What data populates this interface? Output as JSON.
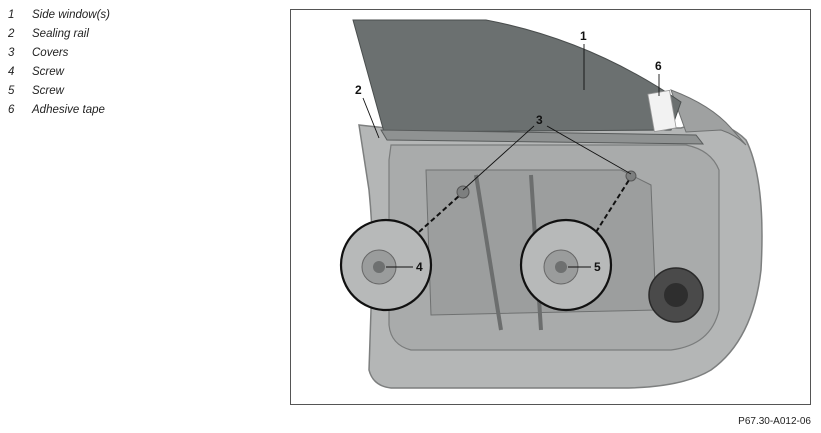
{
  "legend": [
    {
      "num": "1",
      "label": "Side window(s)"
    },
    {
      "num": "2",
      "label": "Sealing rail"
    },
    {
      "num": "3",
      "label": "Covers"
    },
    {
      "num": "4",
      "label": "Screw"
    },
    {
      "num": "5",
      "label": "Screw"
    },
    {
      "num": "6",
      "label": "Adhesive tape"
    }
  ],
  "callouts": {
    "c1": "1",
    "c2": "2",
    "c3": "3",
    "c4": "4",
    "c5": "5",
    "c6": "6"
  },
  "figure_ref": "P67.30-A012-06",
  "colors": {
    "glass": "#6b7070",
    "door_metal": "#b4b6b6",
    "door_edge": "#8a8c8c",
    "inner_panel": "#a9abab",
    "tape": "#f2f2f2",
    "speaker": "#3a3a3a"
  }
}
